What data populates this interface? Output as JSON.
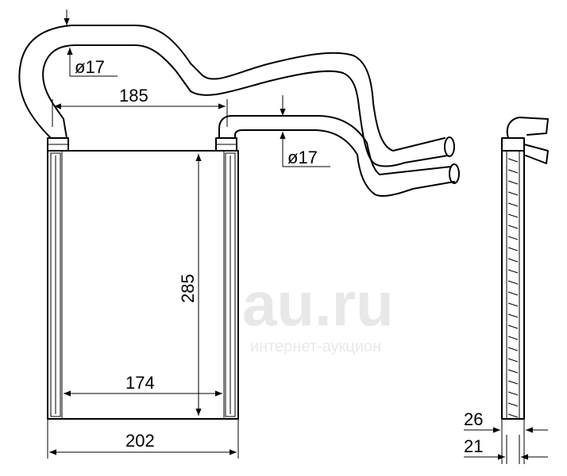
{
  "dimensions": {
    "pipe_diameter_top": "ø17",
    "pipe_diameter_right": "ø17",
    "inlet_spacing": "185",
    "core_height": "285",
    "core_width": "174",
    "overall_width": "202",
    "side_depth_outer": "26",
    "side_depth_inner": "21"
  },
  "watermark": {
    "logo": "au.ru",
    "caption": "интернет-аукцион"
  }
}
